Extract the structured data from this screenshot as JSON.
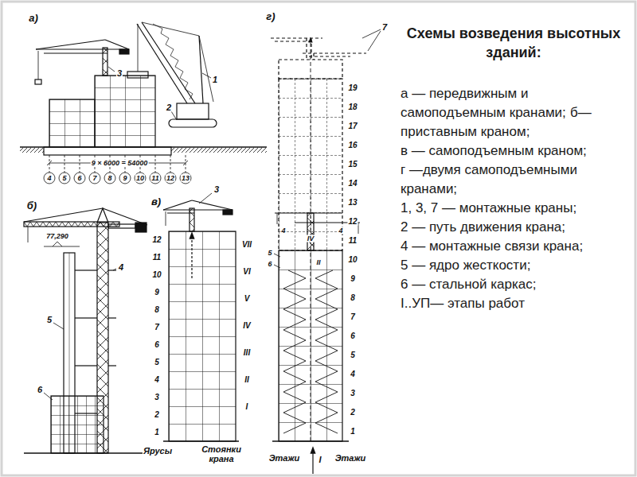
{
  "diagram": {
    "title": "Схемы возведения высотных зданий:",
    "labels": [
      "а — передвижным и самоподъемным кранами;",
      "б— приставным краном;",
      "в — самоподъемным краном;",
      "г —двумя самоподъемными кранами;",
      "1, 3, 7 — монтажные краны;",
      "2 — путь движения крана;",
      "4 — монтажные связи крана;",
      "5 — ядро жесткости;",
      "6 — стальной каркас;",
      "I..УП— этапы работ",
      "а)",
      "1",
      "2",
      "3",
      "9 × 6000 = 54000",
      "4",
      "5",
      "6",
      "7",
      "8",
      "9",
      "10",
      "11",
      "12",
      "13",
      "б)",
      "77,290",
      "4",
      "5",
      "6",
      "в)",
      "3",
      "12",
      "11",
      "10",
      "9",
      "8",
      "7",
      "6",
      "5",
      "4",
      "3",
      "2",
      "1",
      "VII",
      "VI",
      "V",
      "IV",
      "III",
      "II",
      "I",
      "Ярусы",
      "Стоянки крана",
      "г)",
      "7",
      "19",
      "18",
      "17",
      "16",
      "15",
      "14",
      "13",
      "12",
      "11",
      "10",
      "9",
      "8",
      "7",
      "6",
      "5",
      "4",
      "3",
      "2",
      "1",
      "4",
      "4",
      "5",
      "6",
      "IV",
      "II",
      "Этажи",
      "I",
      "Этажи"
    ]
  }
}
